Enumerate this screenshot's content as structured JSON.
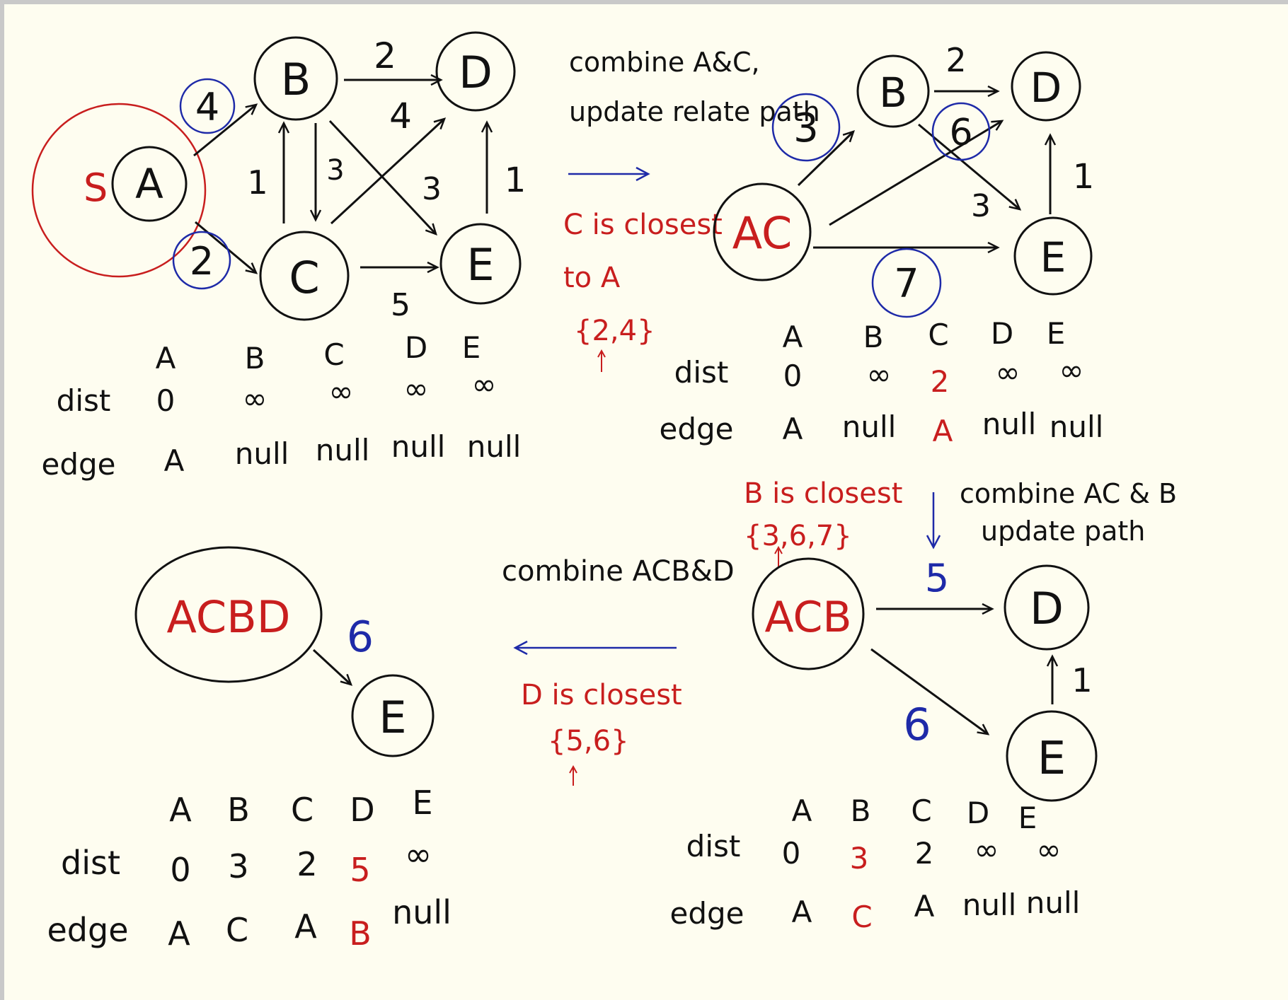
{
  "colors": {
    "ink": "#111111",
    "red": "#c81e1e",
    "blue": "#1e2aa8",
    "paper": "#fefdf0",
    "frame": "#c9c9c9"
  },
  "headers": [
    "A",
    "B",
    "C",
    "D",
    "E"
  ],
  "row_labels": {
    "dist": "dist",
    "edge": "edge"
  },
  "step1": {
    "source_label": "S",
    "nodes": {
      "A": "A",
      "B": "B",
      "C": "C",
      "D": "D",
      "E": "E"
    },
    "weights": {
      "AB": "4",
      "AC": "2",
      "BD": "2",
      "CB": "1",
      "BC": "3",
      "BE": "3",
      "CD": "4",
      "CE": "5",
      "ED": "1"
    },
    "dist": [
      "0",
      "∞",
      "∞",
      "∞",
      "∞"
    ],
    "edge": [
      "A",
      "null",
      "null",
      "null",
      "null"
    ]
  },
  "step2": {
    "note_combine": [
      "combine A&C,",
      "update relate path"
    ],
    "note_closest": [
      "C is closest",
      "to A",
      "{2,4}"
    ],
    "nodes": {
      "AC": "AC",
      "B": "B",
      "D": "D",
      "E": "E"
    },
    "weights": {
      "ACB": "3",
      "ACD": "6",
      "ACE": "7",
      "BD": "2",
      "BE": "3",
      "ED": "1"
    },
    "dist": [
      "0",
      "∞",
      "2",
      "∞",
      "∞"
    ],
    "edge": [
      "A",
      "null",
      "A",
      "null",
      "null"
    ]
  },
  "step3": {
    "note_closest": [
      "B is closest",
      "{3,6,7}"
    ],
    "note_combine": [
      "combine AC & B",
      "update path"
    ],
    "nodes": {
      "ACB": "ACB",
      "D": "D",
      "E": "E"
    },
    "weights": {
      "ACBD": "5",
      "ACBE": "6",
      "ED": "1"
    },
    "dist": [
      "0",
      "3",
      "2",
      "∞",
      "∞"
    ],
    "edge": [
      "A",
      "C",
      "A",
      "null",
      "null"
    ]
  },
  "step4": {
    "note_combine": "combine ACB&D",
    "note_closest": [
      "D is closest",
      "{5,6}"
    ],
    "nodes": {
      "ACBD": "ACBD",
      "E": "E"
    },
    "weights": {
      "ACBDE": "6"
    },
    "dist": [
      "0",
      "3",
      "2",
      "5",
      "∞"
    ],
    "edge": [
      "A",
      "C",
      "A",
      "B",
      "null"
    ]
  }
}
